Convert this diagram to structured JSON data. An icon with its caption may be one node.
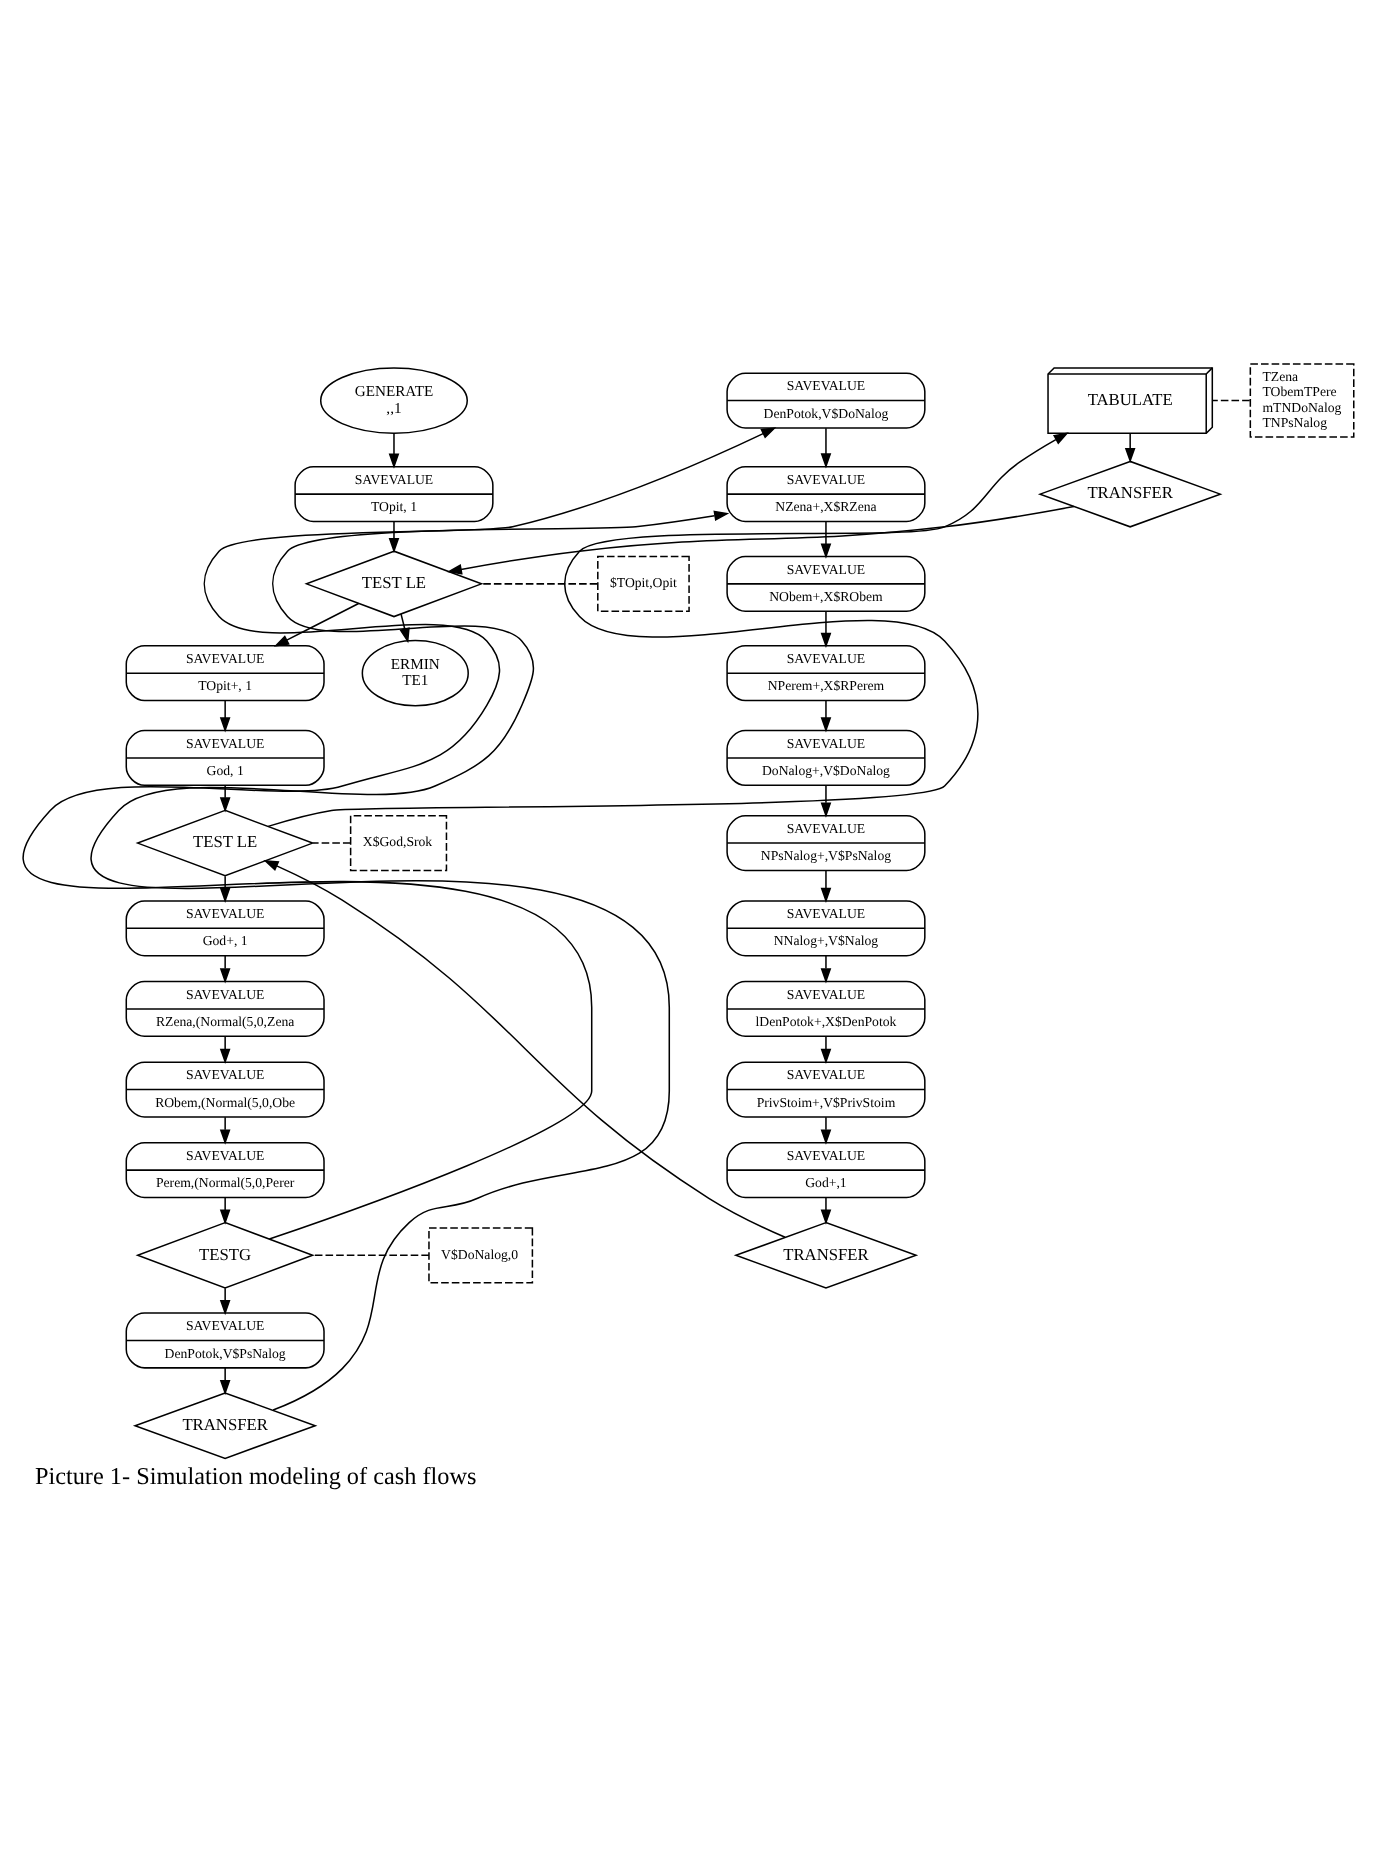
{
  "diagram": {
    "caption": "Picture 1- Simulation modeling of cash flows",
    "nodes": [
      {
        "text": [
          "GENERATE",
          ",,1"
        ]
      },
      {
        "text": [
          "SAVEVALUE",
          "TOpit, 1"
        ]
      },
      {
        "text": [
          "$TOpit,Opit"
        ]
      },
      {
        "text": [
          "TEST LE"
        ]
      },
      {
        "text": [
          "SAVEVALUE",
          "TOpit+, 1"
        ]
      },
      {
        "text": [
          "SAVEVALUE",
          "God, 1"
        ]
      },
      {
        "text": [
          "X$God,Srok"
        ]
      },
      {
        "text": [
          "TEST LE"
        ]
      },
      {
        "text": [
          "SAVEVALUE",
          "God+, 1"
        ]
      },
      {
        "text": [
          "SAVEVALUE",
          "RZena,(Normal(5,0,Zena"
        ]
      },
      {
        "text": [
          "SAVEVALUE",
          "RObem,(Normal(5,0,Obe"
        ]
      },
      {
        "text": [
          "SAVEVALUE",
          "Perem,(Normal(5,0,Perer"
        ]
      },
      {
        "text": [
          "V$DoNalog,0"
        ]
      },
      {
        "text": [
          "TESTG"
        ]
      },
      {
        "text": [
          "SAVEVALUE",
          "DenPotok,V$PsNalog"
        ]
      },
      {
        "text": [
          "TRANSFER"
        ]
      },
      {
        "text": [
          "ERMIN",
          "TE1"
        ]
      },
      {
        "text": [
          "SAVEVALUE",
          "DenPotok,V$DoNalog"
        ]
      },
      {
        "text": [
          "SAVEVALUE",
          "NZena+,X$RZena"
        ]
      },
      {
        "text": [
          "SAVEVALUE",
          "NObem+,X$RObem"
        ]
      },
      {
        "text": [
          "SAVEVALUE",
          "NPerem+,X$RPerem"
        ]
      },
      {
        "text": [
          "SAVEVALUE",
          "DoNalog+,V$DoNalog"
        ]
      },
      {
        "text": [
          "SAVEVALUE",
          "NPsNalog+,V$PsNalog"
        ]
      },
      {
        "text": [
          "SAVEVALUE",
          "NNalog+,V$Nalog"
        ]
      },
      {
        "text": [
          "SAVEVALUE",
          "lDenPotok+,X$DenPotok"
        ]
      },
      {
        "text": [
          "SAVEVALUE",
          "PrivStoim+,V$PrivStoim"
        ]
      },
      {
        "text": [
          "SAVEVALUE",
          "God+,1"
        ]
      },
      {
        "text": [
          "TRANSFER"
        ]
      },
      {
        "text": [
          "TABULATE"
        ]
      },
      {
        "text": [
          "TZena",
          "TObemTPere",
          "mTNDoNalog",
          "TNPsNalog"
        ]
      },
      {
        "text": [
          "TRANSFER"
        ]
      }
    ],
    "edges": [
      {
        "from": 0,
        "to": 1,
        "arrow": "to"
      },
      {
        "from": 1,
        "to": 3,
        "arrow": "to"
      },
      {
        "from": 2,
        "to": 3,
        "arrow": "none",
        "style": "dashed"
      },
      {
        "from": 3,
        "to": 4,
        "arrow": "to"
      },
      {
        "from": 4,
        "to": 5,
        "arrow": "to"
      },
      {
        "from": 5,
        "to": 7,
        "arrow": "to"
      },
      {
        "from": 6,
        "to": 7,
        "arrow": "none",
        "style": "dashed"
      },
      {
        "from": 7,
        "to": 8,
        "arrow": "to"
      },
      {
        "from": 8,
        "to": 9,
        "arrow": "to"
      },
      {
        "from": 9,
        "to": 10,
        "arrow": "to"
      },
      {
        "from": 10,
        "to": 11,
        "arrow": "to"
      },
      {
        "from": 11,
        "to": 13,
        "arrow": "to"
      },
      {
        "from": 12,
        "to": 13,
        "arrow": "none",
        "style": "dashed"
      },
      {
        "from": 13,
        "to": 14,
        "arrow": "to"
      },
      {
        "from": 14,
        "to": 15,
        "arrow": "to"
      },
      {
        "from": 3,
        "to": 16,
        "arrow": "to"
      },
      {
        "from": 7,
        "to": 28,
        "arrow": "to"
      },
      {
        "from": 13,
        "to": 17,
        "arrow": "to"
      },
      {
        "from": 15,
        "to": 18,
        "arrow": "to"
      },
      {
        "from": 17,
        "to": 18,
        "arrow": "to"
      },
      {
        "from": 18,
        "to": 19,
        "arrow": "to"
      },
      {
        "from": 19,
        "to": 20,
        "arrow": "to"
      },
      {
        "from": 20,
        "to": 21,
        "arrow": "to"
      },
      {
        "from": 21,
        "to": 22,
        "arrow": "to"
      },
      {
        "from": 22,
        "to": 23,
        "arrow": "to"
      },
      {
        "from": 23,
        "to": 24,
        "arrow": "to"
      },
      {
        "from": 24,
        "to": 25,
        "arrow": "to"
      },
      {
        "from": 25,
        "to": 26,
        "arrow": "to"
      },
      {
        "from": 26,
        "to": 27,
        "arrow": "to"
      },
      {
        "from": 27,
        "to": 7,
        "arrow": "to"
      },
      {
        "from": 29,
        "to": 28,
        "arrow": "none",
        "style": "dashed"
      },
      {
        "from": 28,
        "to": 30,
        "arrow": "to"
      },
      {
        "from": 30,
        "to": 3,
        "arrow": "to"
      }
    ]
  }
}
